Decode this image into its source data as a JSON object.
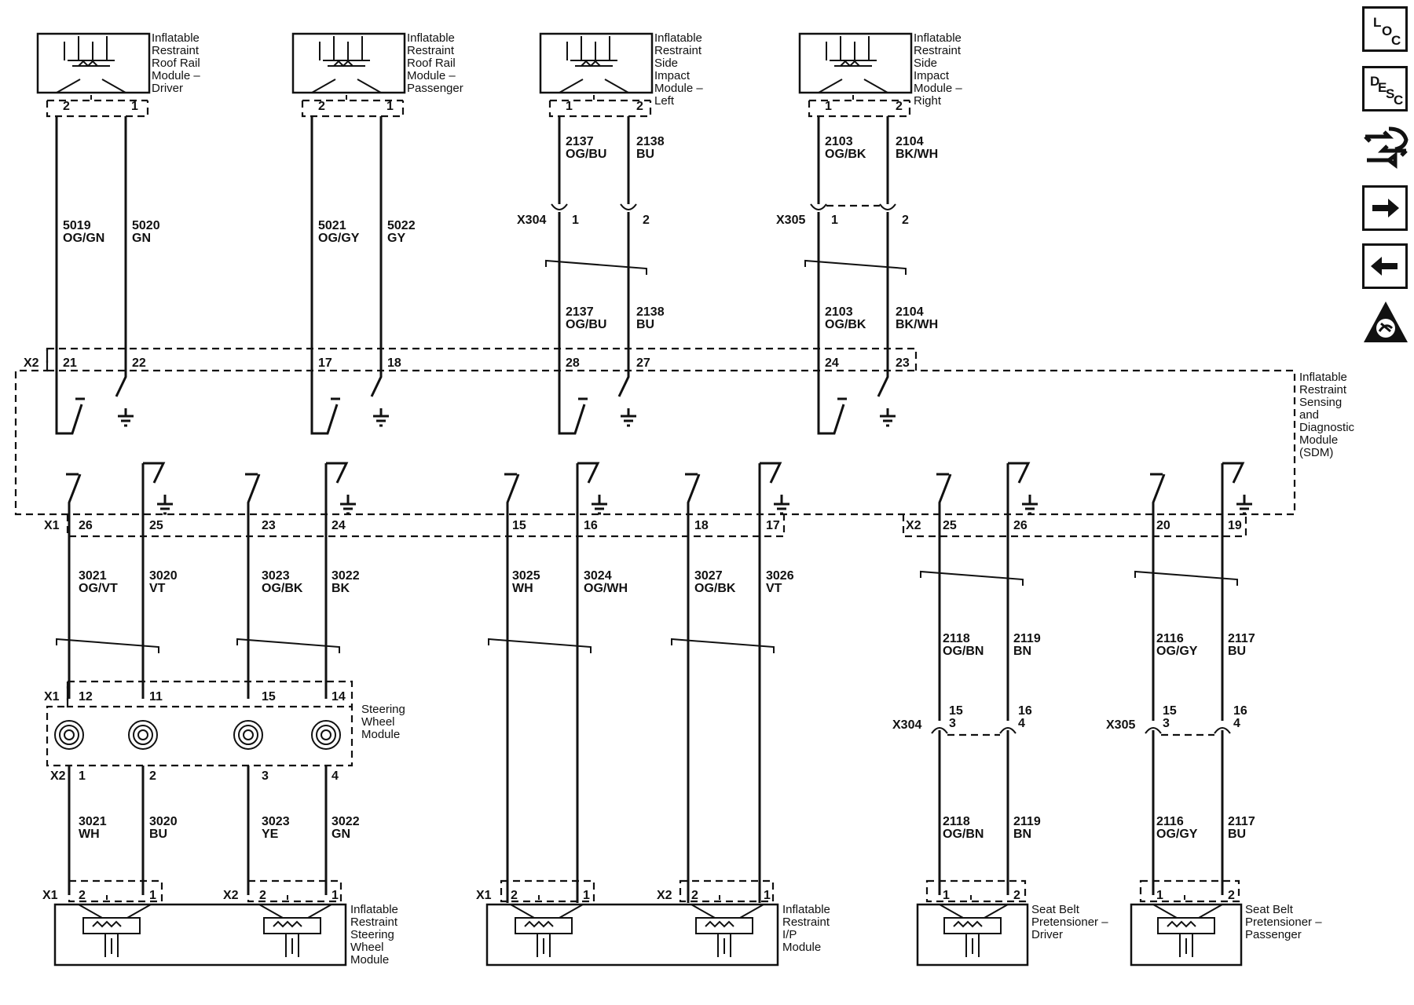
{
  "components": {
    "roof_rail_driver": [
      "Inflatable",
      "Restraint",
      "Roof Rail",
      "Module –",
      "Driver"
    ],
    "roof_rail_passenger": [
      "Inflatable",
      "Restraint",
      "Roof Rail",
      "Module –",
      "Passenger"
    ],
    "side_impact_left": [
      "Inflatable",
      "Restraint",
      "Side",
      "Impact",
      "Module –",
      "Left"
    ],
    "side_impact_right": [
      "Inflatable",
      "Restraint",
      "Side",
      "Impact",
      "Module –",
      "Right"
    ],
    "sdm": [
      "Inflatable",
      "Restraint",
      "Sensing",
      "and",
      "Diagnostic",
      "Module",
      "(SDM)"
    ],
    "steering_wheel_module": [
      "Steering",
      "Wheel",
      "Module"
    ],
    "steering_wheel_airbag": [
      "Inflatable",
      "Restraint",
      "Steering",
      "Wheel",
      "Module"
    ],
    "ip_module": [
      "Inflatable",
      "Restraint",
      "I/P",
      "Module"
    ],
    "pretensioner_driver": [
      "Seat Belt",
      "Pretensioner –",
      "Driver"
    ],
    "pretensioner_passenger": [
      "Seat Belt",
      "Pretensioner –",
      "Passenger"
    ]
  },
  "connectors": {
    "x1": "X1",
    "x2": "X2",
    "x304": "X304",
    "x305": "X305"
  },
  "pins": {
    "rr_drv": [
      "2",
      "1"
    ],
    "rr_pass": [
      "2",
      "1"
    ],
    "si_left": [
      "1",
      "2"
    ],
    "si_right": [
      "1",
      "2"
    ],
    "x304_top": [
      "1",
      "2"
    ],
    "x305_top": [
      "1",
      "2"
    ],
    "sdm_x2_top": [
      "21",
      "22",
      "17",
      "18",
      "28",
      "27",
      "24",
      "23"
    ],
    "sdm_x1_bottom": [
      "26",
      "25",
      "23",
      "24",
      "15",
      "16",
      "18",
      "17"
    ],
    "sdm_x2_bottom": [
      "25",
      "26",
      "20",
      "19"
    ],
    "swm_x1": [
      "12",
      "11",
      "15",
      "14"
    ],
    "swm_x2": [
      "1",
      "2",
      "3",
      "4"
    ],
    "x304_bottom_a": [
      "15",
      "16"
    ],
    "x304_bottom_b": [
      "3",
      "4"
    ],
    "x305_bottom_a": [
      "15",
      "16"
    ],
    "x305_bottom_b": [
      "3",
      "4"
    ],
    "airbag_sw_x1": [
      "2",
      "1"
    ],
    "airbag_sw_x2": [
      "2",
      "1"
    ],
    "airbag_ip_x1": [
      "2",
      "1"
    ],
    "airbag_ip_x2": [
      "2",
      "1"
    ],
    "pt_drv": [
      "1",
      "2"
    ],
    "pt_pass": [
      "1",
      "2"
    ]
  },
  "wires": {
    "top": [
      [
        "5019",
        "OG/GN"
      ],
      [
        "5020",
        "GN"
      ],
      [
        "5021",
        "OG/GY"
      ],
      [
        "5022",
        "GY"
      ],
      [
        "2137",
        "OG/BU"
      ],
      [
        "2138",
        "BU"
      ],
      [
        "2103",
        "OG/BK"
      ],
      [
        "2104",
        "BK/WH"
      ],
      [
        "2137",
        "OG/BU"
      ],
      [
        "2138",
        "BU"
      ],
      [
        "2103",
        "OG/BK"
      ],
      [
        "2104",
        "BK/WH"
      ]
    ],
    "middle": [
      [
        "3021",
        "OG/VT"
      ],
      [
        "3020",
        "VT"
      ],
      [
        "3023",
        "OG/BK"
      ],
      [
        "3022",
        "BK"
      ],
      [
        "3025",
        "WH"
      ],
      [
        "3024",
        "OG/WH"
      ],
      [
        "3027",
        "OG/BK"
      ],
      [
        "3026",
        "VT"
      ],
      [
        "2118",
        "OG/BN"
      ],
      [
        "2119",
        "BN"
      ],
      [
        "2116",
        "OG/GY"
      ],
      [
        "2117",
        "BU"
      ]
    ],
    "lower": [
      [
        "3021",
        "WH"
      ],
      [
        "3020",
        "BU"
      ],
      [
        "3023",
        "YE"
      ],
      [
        "3022",
        "GN"
      ],
      [
        "2118",
        "OG/BN"
      ],
      [
        "2119",
        "BN"
      ],
      [
        "2116",
        "OG/GY"
      ],
      [
        "2117",
        "BU"
      ]
    ]
  },
  "nav": {
    "loc": [
      "L",
      "O",
      "C"
    ],
    "desc": [
      "D",
      "E",
      "S",
      "C"
    ],
    "icons": [
      "location-icon",
      "description-icon",
      "connector-tool-icon",
      "next-arrow-icon",
      "previous-arrow-icon",
      "warning-icon"
    ]
  }
}
